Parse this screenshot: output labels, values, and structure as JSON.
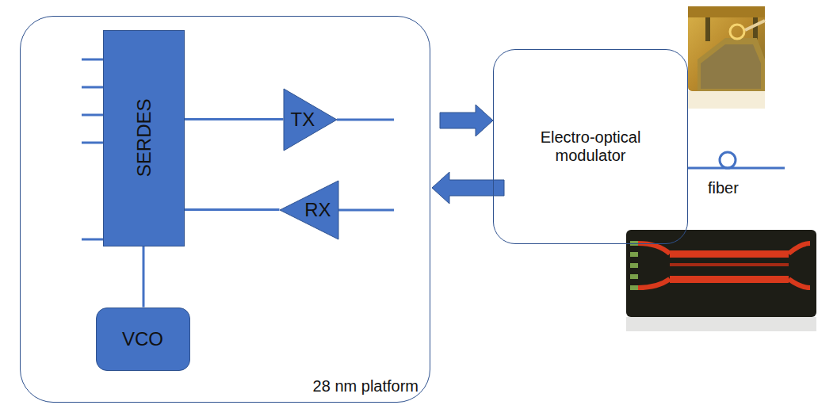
{
  "diagram": {
    "nodes": [
      {
        "text": [
          "28 nm platform"
        ]
      },
      {
        "text": [
          "SERDES"
        ],
        "in": 0
      },
      {
        "text": [
          "TX"
        ],
        "in": 0
      },
      {
        "text": [
          "RX"
        ],
        "in": 0
      },
      {
        "text": [
          "VCO"
        ],
        "in": 0
      },
      {
        "text": [
          "Electro-optical modulator"
        ]
      }
    ],
    "edges": [
      {
        "from": 1,
        "to": 2,
        "arrow": "none"
      },
      {
        "from": 3,
        "to": 1,
        "arrow": "none"
      },
      {
        "from": 1,
        "to": 4,
        "arrow": "none"
      },
      {
        "from": 0,
        "to": 5,
        "arrow": "to"
      },
      {
        "from": 5,
        "to": 0,
        "arrow": "to"
      }
    ],
    "labels": [
      "fiber"
    ]
  }
}
